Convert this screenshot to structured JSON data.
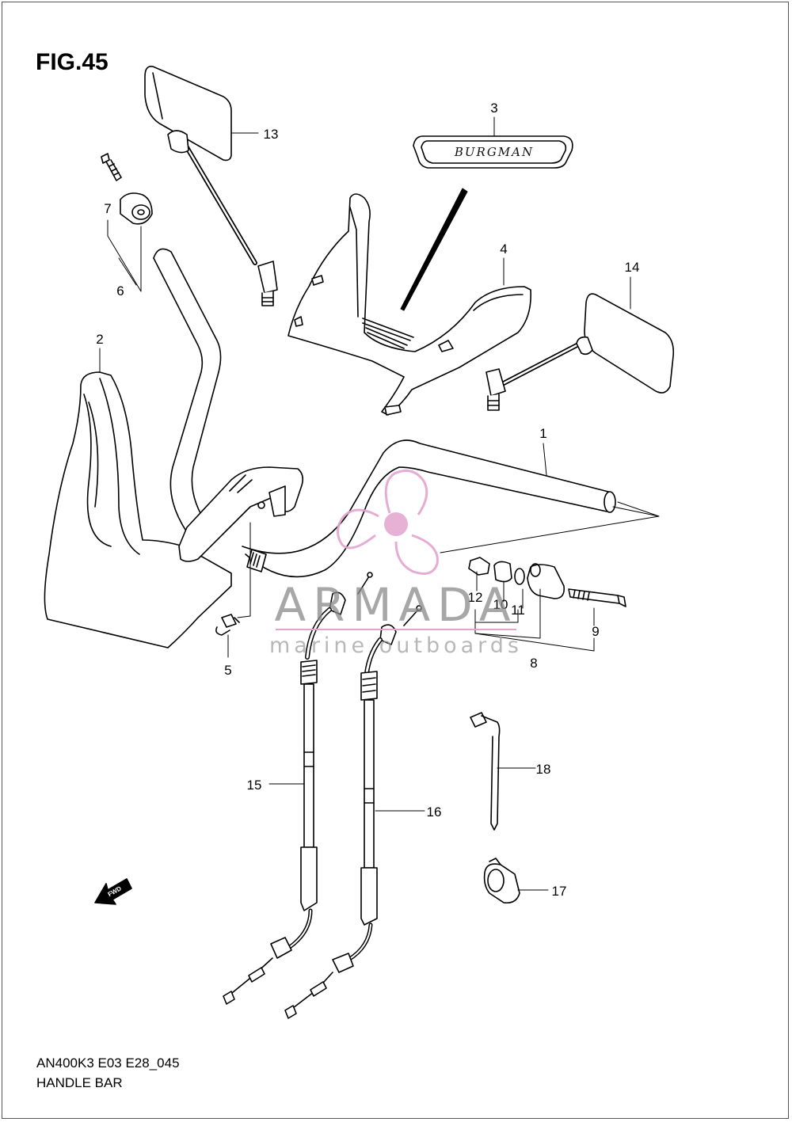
{
  "figure": {
    "title": "FIG.45",
    "code": "AN400K3 E03 E28_045",
    "subtitle": "HANDLE BAR"
  },
  "callouts": [
    "1",
    "2",
    "3",
    "4",
    "5",
    "6",
    "7",
    "8",
    "9",
    "10",
    "11",
    "12",
    "13",
    "14",
    "15",
    "16",
    "17",
    "18"
  ],
  "emblem_text": "BURGMAN",
  "fwd_label": "FWD",
  "watermark": {
    "name": "ARMADA",
    "tagline": "marine outboards",
    "color": "#e3a3cf"
  }
}
